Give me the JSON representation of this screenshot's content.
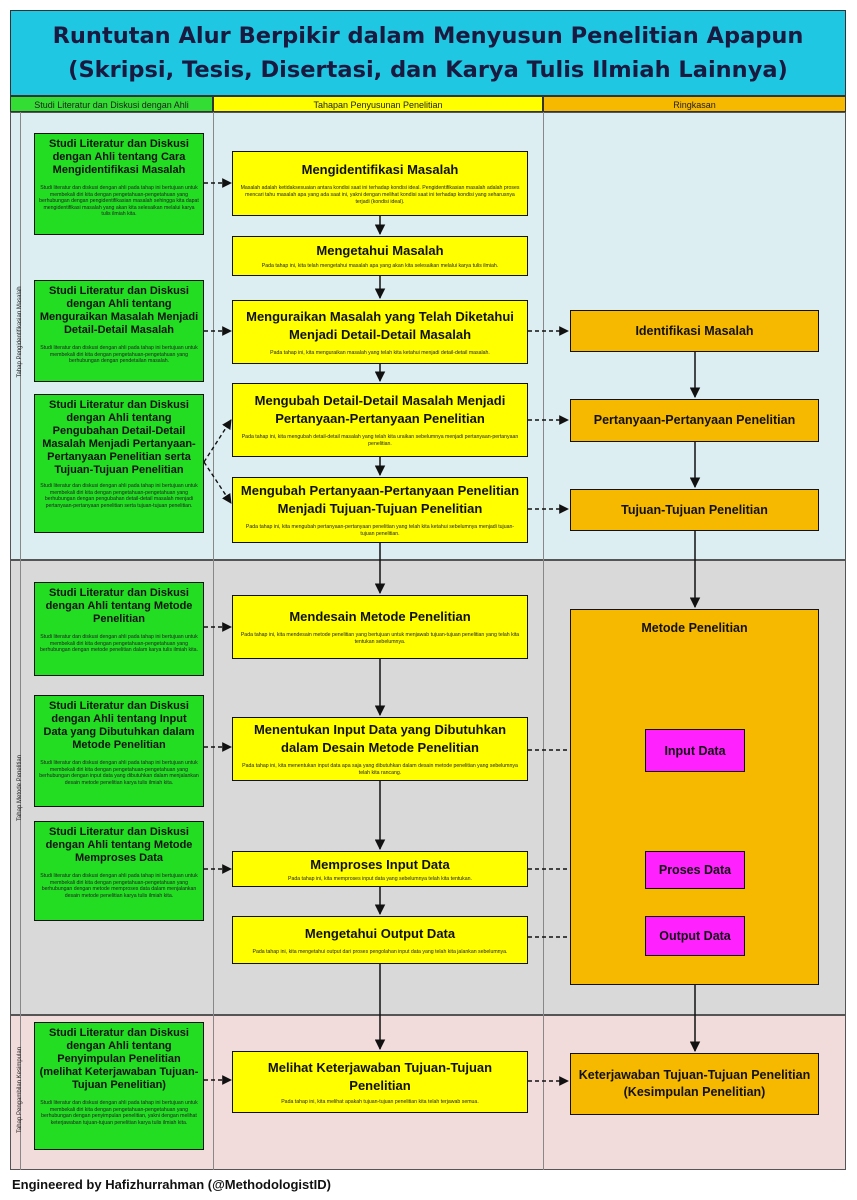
{
  "title": {
    "line1": "Runtutan Alur Berpikir dalam Menyusun Penelitian Apapun",
    "line2": "(Skripsi, Tesis, Disertasi, dan Karya Tulis Ilmiah Lainnya)"
  },
  "headers": {
    "col1": "Studi Literatur dan Diskusi dengan Ahli",
    "col2": "Tahapan Penyusunan Penelitian",
    "col3": "Ringkasan"
  },
  "sections": {
    "s1": "Tahap Pengidentifikasian Masalah",
    "s2": "Tahap Metode Penelitian",
    "s3": "Tahap Pengambilan Kesimpulan"
  },
  "colors": {
    "title_bg": "#20c7e3",
    "zone1_bg": "#ddeef3",
    "zone2_bg": "#d9d9d9",
    "zone3_bg": "#f2dcdb",
    "green": "#22dd22",
    "yellow": "#ffff00",
    "orange": "#f7b800",
    "magenta": "#ff22ff"
  },
  "green": [
    {
      "title": "Studi Literatur dan Diskusi dengan Ahli tentang Cara Mengidentifikasi Masalah",
      "desc": "Studi literatur dan diskusi dengan ahli pada tahap ini bertujuan untuk membekali diri kita dengan pengetahuan-pengetahuan yang berhubungan dengan pengidentifikasian masalah sehingga kita dapat mengidentifikasi masalah yang akan kita selesaikan melalui karya tulis ilmiah kita."
    },
    {
      "title": "Studi Literatur dan Diskusi dengan Ahli tentang Menguraikan Masalah Menjadi Detail-Detail Masalah",
      "desc": "Studi literatur dan diskusi dengan ahli pada tahap ini bertujuan untuk membekali diri kita dengan pengetahuan-pengetahuan yang berhubungan dengan pendetailan masalah."
    },
    {
      "title": "Studi Literatur dan Diskusi dengan Ahli tentang Pengubahan Detail-Detail Masalah Menjadi Pertanyaan-Pertanyaan Penelitian serta Tujuan-Tujuan Penelitian",
      "desc": "Studi literatur dan diskusi dengan ahli pada tahap ini bertujuan untuk membekali diri kita dengan pengetahuan-pengetahuan yang berhubungan dengan pengubahan detail-detail masalah menjadi pertanyaan-pertanyaan penelitian serta tujuan-tujuan penelitian."
    },
    {
      "title": "Studi Literatur dan Diskusi dengan Ahli tentang Metode Penelitian",
      "desc": "Studi literatur dan diskusi dengan ahli pada tahap ini bertujuan untuk membekali diri kita dengan pengetahuan-pengetahuan yang berhubungan dengan metode penelitian dalam karya tulis ilmiah kita."
    },
    {
      "title": "Studi Literatur dan Diskusi dengan Ahli tentang Input Data yang Dibutuhkan dalam Metode Penelitian",
      "desc": "Studi literatur dan diskusi dengan ahli pada tahap ini bertujuan untuk membekali diri kita dengan pengetahuan-pengetahuan yang berhubungan dengan input data yang dibutuhkan dalam menjalankan desain metode penelitian karya tulis ilmiah kita."
    },
    {
      "title": "Studi Literatur dan Diskusi dengan Ahli tentang Metode Memproses Data",
      "desc": "Studi literatur dan diskusi dengan ahli pada tahap ini bertujuan untuk membekali diri kita dengan pengetahuan-pengetahuan yang berhubungan dengan metode memproses data dalam menjalankan desain metode penelitian karya tulis ilmiah kita."
    },
    {
      "title": "Studi Literatur dan Diskusi dengan Ahli tentang Penyimpulan Penelitian (melihat Keterjawaban Tujuan-Tujuan Penelitian)",
      "desc": "Studi literatur dan diskusi dengan ahli pada tahap ini bertujuan untuk membekali diri kita dengan pengetahuan-pengetahuan yang berhubungan dengan penyimpulan penelitian, yakni dengan melihat keterjawaban tujuan-tujuan penelitian karya tulis ilmiah kita."
    }
  ],
  "yellow": [
    {
      "title": "Mengidentifikasi Masalah",
      "desc": "Masalah adalah ketidaksesuaian antara kondisi saat ini terhadap kondisi ideal. Pengidentifikasian masalah adalah proses mencari tahu masalah apa yang ada saat ini, yakni dengan melihat kondisi saat ini terhadap kondisi yang seharusnya terjadi (kondisi ideal)."
    },
    {
      "title": "Mengetahui Masalah",
      "desc": "Pada tahap ini, kita telah mengetahui masalah apa yang akan kita selesaikan melalui karya tulis ilmiah."
    },
    {
      "title": "Menguraikan Masalah yang Telah Diketahui Menjadi Detail-Detail Masalah",
      "desc": "Pada tahap ini, kita menguraikan masalah yang telah kita ketahui menjadi detail-detail masalah."
    },
    {
      "title": "Mengubah Detail-Detail Masalah Menjadi Pertanyaan-Pertanyaan Penelitian",
      "desc": "Pada tahap ini, kita mengubah detail-detail masalah yang telah kita uraikan sebelumnya menjadi pertanyaan-pertanyaan penelitian."
    },
    {
      "title": "Mengubah Pertanyaan-Pertanyaan Penelitian Menjadi Tujuan-Tujuan Penelitian",
      "desc": "Pada tahap ini, kita mengubah pertanyaan-pertanyaan penelitian yang telah kita ketahui sebelumnya menjadi tujuan-tujuan penelitian."
    },
    {
      "title": "Mendesain Metode Penelitian",
      "desc": "Pada tahap ini, kita mendesain metode penelitian yang bertujuan untuk menjawab tujuan-tujuan penelitian yang telah kita tentukan sebelumnya."
    },
    {
      "title": "Menentukan Input Data yang Dibutuhkan dalam Desain Metode Penelitian",
      "desc": "Pada tahap ini, kita menentukan input data apa saja yang dibutuhkan dalam desain metode penelitian yang sebelumnya telah kita rancang."
    },
    {
      "title": "Memproses Input Data",
      "desc": "Pada tahap ini, kita memproses input data yang sebelumnya telah kita tentukan."
    },
    {
      "title": "Mengetahui Output Data",
      "desc": "Pada tahap ini, kita mengetahui output dari proses pengolahan input data yang telah kita jalankan sebelumnya."
    },
    {
      "title": "Melihat Keterjawaban Tujuan-Tujuan Penelitian",
      "desc": "Pada tahap ini, kita melihat apakah tujuan-tujuan penelitian kita telah terjawab semua."
    }
  ],
  "orange": [
    "Identifikasi Masalah",
    "Pertanyaan-Pertanyaan Penelitian",
    "Tujuan-Tujuan Penelitian",
    "Metode Penelitian",
    "Keterjawaban Tujuan-Tujuan Penelitian (Kesimpulan Penelitian)"
  ],
  "magenta": [
    "Input Data",
    "Proses Data",
    "Output Data"
  ],
  "footer": "Engineered by Hafizhurrahman (@MethodologistID)"
}
